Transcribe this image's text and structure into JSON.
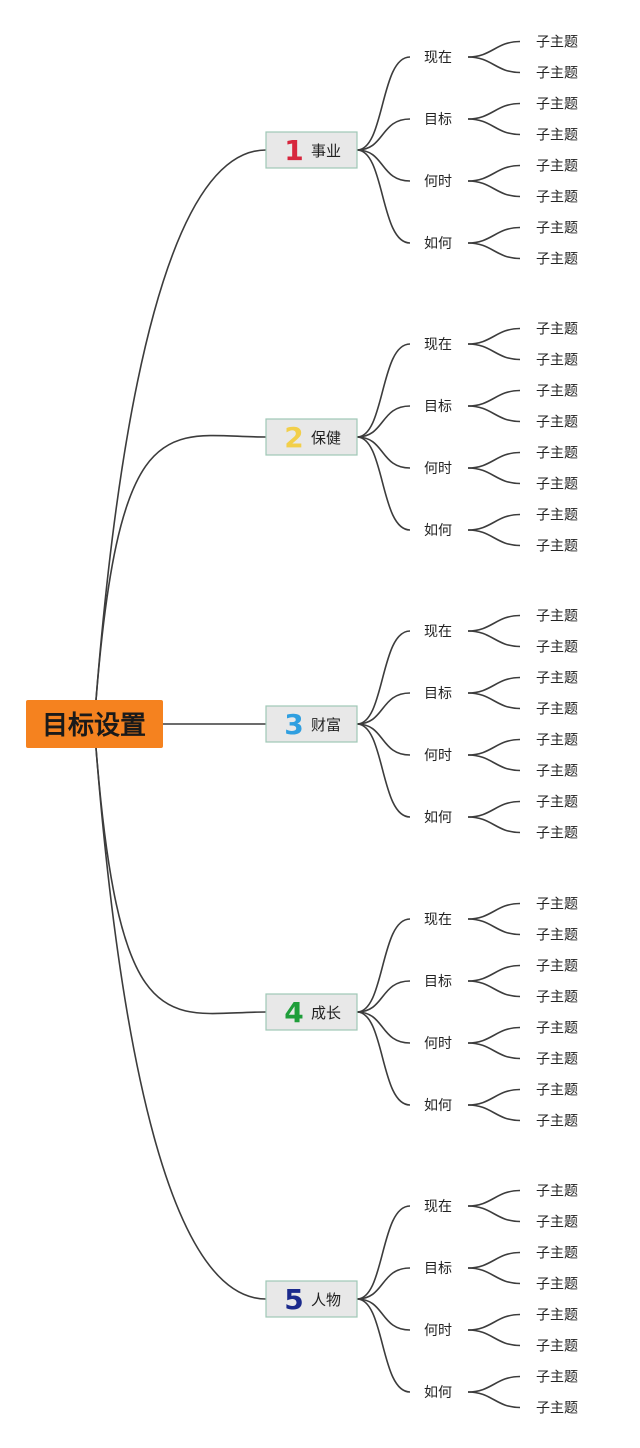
{
  "root": {
    "label": "目标设置",
    "color": "#f5821f"
  },
  "branches": [
    {
      "number": "1",
      "label": "事业",
      "color": "#d7263d"
    },
    {
      "number": "2",
      "label": "保健",
      "color": "#f2cf4a"
    },
    {
      "number": "3",
      "label": "财富",
      "color": "#2f9fe0"
    },
    {
      "number": "4",
      "label": "成长",
      "color": "#1f9e3a"
    },
    {
      "number": "5",
      "label": "人物",
      "color": "#1b2a8c"
    }
  ],
  "subtopics": [
    "现在",
    "目标",
    "何时",
    "如何"
  ],
  "leaf_label": "子主题",
  "leaves_per_subtopic": 2
}
